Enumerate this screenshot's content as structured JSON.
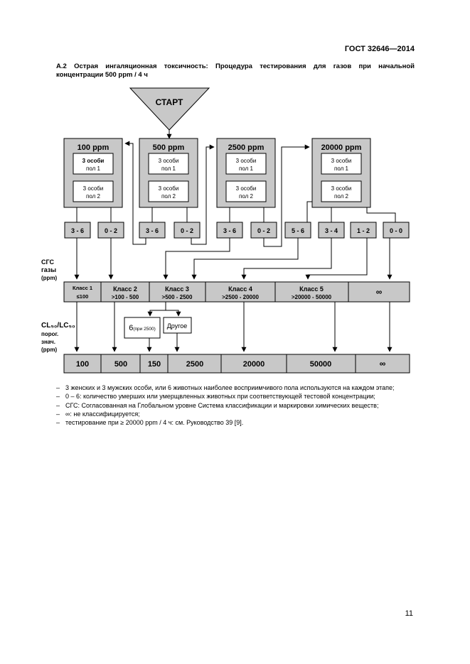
{
  "header": {
    "standard": "ГОСТ 32646—2014"
  },
  "heading": "А.2 Острая ингаляционная токсичность: Процедура тестирования для газов при начальной концентрации 500 ppm / 4 ч",
  "flowchart": {
    "start": "СТАРТ",
    "subject_line_1": "3 особи",
    "sex_1": "пол 1",
    "sex_2": "пол 2",
    "tests": [
      {
        "label": "100 ppm",
        "outcomes": [
          "3 - 6",
          "0 - 2"
        ]
      },
      {
        "label": "500 ppm",
        "outcomes": [
          "3 - 6",
          "0 - 2"
        ]
      },
      {
        "label": "2500 ppm",
        "outcomes": [
          "3 - 6",
          "0 - 2"
        ]
      },
      {
        "label": "20000 ppm",
        "outcomes": [
          "5 - 6",
          "3 - 4",
          "1 - 2",
          "0 - 0"
        ]
      }
    ],
    "ghs_label": [
      "СГС",
      "газы",
      "(ppm)"
    ],
    "classes": [
      {
        "name": "Класс 1",
        "range": "≤100"
      },
      {
        "name": "Класс 2",
        "range": ">100 - 500"
      },
      {
        "name": "Класс 3",
        "range": ">500 - 2500"
      },
      {
        "name": "Класс 4",
        "range": ">2500 - 20000"
      },
      {
        "name": "Класс 5",
        "range": ">20000 - 50000"
      },
      {
        "name": "∞",
        "range": ""
      }
    ],
    "branch_six": "6",
    "branch_six_note": "(при 2500)",
    "branch_other": "Другое",
    "cl_label": [
      "CL₅₀/LC₅₀",
      "порог.",
      "знач.",
      "(ppm)"
    ],
    "values": [
      "100",
      "500",
      "150",
      "2500",
      "20000",
      "50000",
      "∞"
    ]
  },
  "notes": [
    "3 женских и 3 мужских особи, или 6 животных наиболее восприимчивого пола используются на каждом этапе;",
    "0 – 6: количество умерших или умерщвленных животных при соответствующей тестовой концентрации;",
    "СГС: Согласованная на Глобальном уровне Система классификации и маркировки химических веществ;",
    "∞: не классифицируется;",
    "тестирование при ≥ 20000 ppm / 4 ч: см. Руководство 39 [9]."
  ],
  "page_number": "11"
}
